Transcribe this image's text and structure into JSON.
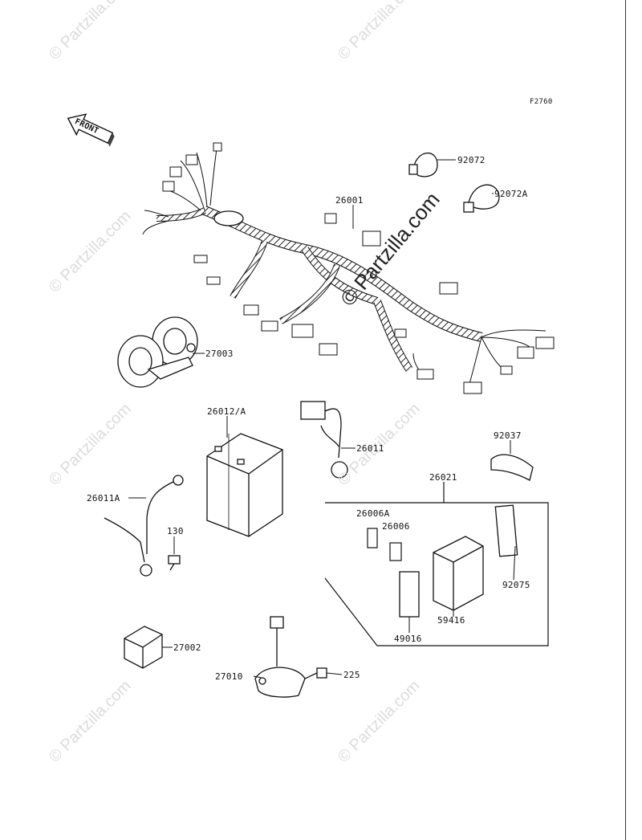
{
  "figure_code": "F2760",
  "front_label": "FRONT",
  "watermark_small": "© Partzilla.com",
  "watermark_main": "© Partzilla.com",
  "parts": {
    "harness": "26001",
    "clamp_a": "92072",
    "clamp_b": "92072A",
    "horn": "27003",
    "battery": "26012/A",
    "lead_small": "26011",
    "lead_cable": "26011A",
    "bolt_130": "130",
    "bracket_92037": "92037",
    "box_group": "26021",
    "fuse_a": "26006A",
    "fuse": "26006",
    "cover_92075": "92075",
    "fuse_box": "59416",
    "cover_49016": "49016",
    "relay": "27002",
    "sensor": "27010",
    "bolt_225": "225"
  }
}
